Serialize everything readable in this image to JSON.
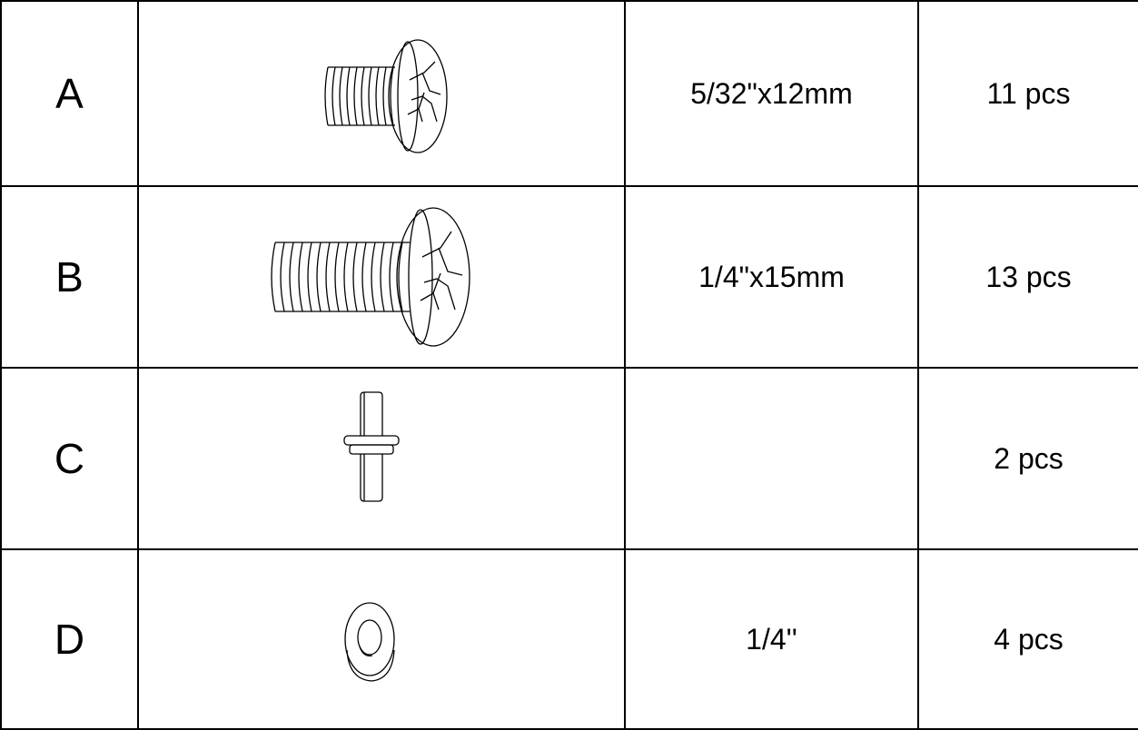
{
  "hardware_table": {
    "rows": [
      {
        "letter": "A",
        "part_icon": "truss-head-screw-short-icon",
        "size": "5/32\"x12mm",
        "quantity": "11 pcs"
      },
      {
        "letter": "B",
        "part_icon": "truss-head-screw-long-icon",
        "size": "1/4\"x15mm",
        "quantity": "13 pcs"
      },
      {
        "letter": "C",
        "part_icon": "shoulder-pin-icon",
        "size": "",
        "quantity": "2 pcs"
      },
      {
        "letter": "D",
        "part_icon": "flat-washer-icon",
        "size": "1/4''",
        "quantity": "4 pcs"
      }
    ]
  }
}
